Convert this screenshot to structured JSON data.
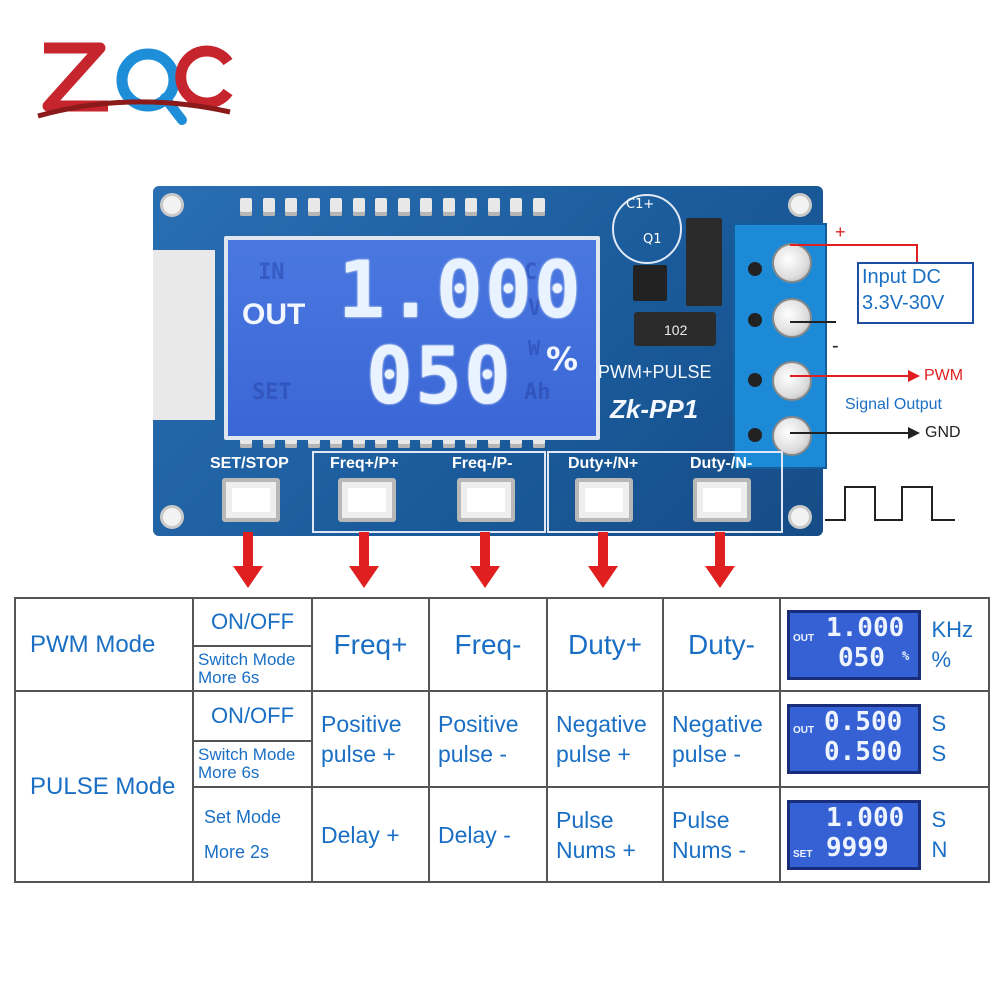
{
  "logo": {
    "text": "ZQC",
    "colors": [
      "#c6252e",
      "#1e8ed8"
    ]
  },
  "board": {
    "lcd": {
      "label_out": "OUT",
      "line1": "1.000",
      "line2": "050",
      "unit": "%",
      "ghost_labels": [
        "IN",
        "SET",
        "C",
        "V",
        "W",
        "Ah"
      ]
    },
    "silkscreen": {
      "model": "PWM+PULSE",
      "name": "Zk-PP1",
      "c1": "C1+",
      "q1": "Q1",
      "chip": "102"
    },
    "buttons": [
      {
        "label": "SET/STOP"
      },
      {
        "label": "Freq+/P+"
      },
      {
        "label": "Freq-/P-"
      },
      {
        "label": "Duty+/N+"
      },
      {
        "label": "Duty-/N-"
      }
    ]
  },
  "annotations": {
    "plus": "+",
    "minus": "-",
    "input_line1": "Input DC",
    "input_line2": "3.3V-30V",
    "pwm": "PWM",
    "signal_output": "Signal Output",
    "gnd": "GND",
    "colors": {
      "wire_red": "#e02020",
      "text_blue": "#1a6fc4"
    }
  },
  "table": {
    "pwm": {
      "mode": "PWM Mode",
      "onoff": "ON/OFF",
      "switch_mode": "Switch Mode",
      "more6s": "More 6s",
      "c3": "Freq+",
      "c4": "Freq-",
      "c5": "Duty+",
      "c6": "Duty-",
      "lcd_label": "OUT",
      "lcd_l1": "1.000",
      "lcd_l2": "050",
      "lcd_unit": "%",
      "unit1": "KHz",
      "unit2": "%"
    },
    "pulse": {
      "mode": "PULSE Mode",
      "onoff": "ON/OFF",
      "switch_mode": "Switch Mode",
      "more6s": "More 6s",
      "r1": {
        "c3a": "Positive",
        "c3b": "pulse +",
        "c4a": "Positive",
        "c4b": "pulse -",
        "c5a": "Negative",
        "c5b": "pulse +",
        "c6a": "Negative",
        "c6b": "pulse -",
        "lcd_label": "OUT",
        "lcd_l1": "0.500",
        "lcd_l2": "0.500",
        "unit1": "S",
        "unit2": "S"
      },
      "r2": {
        "setmode": "Set Mode",
        "more2s": "More 2s",
        "c3": "Delay +",
        "c4": "Delay -",
        "c5a": "Pulse",
        "c5b": "Nums +",
        "c6a": "Pulse",
        "c6b": "Nums -",
        "lcd_label": "SET",
        "lcd_l1": "1.000",
        "lcd_l2": "9999",
        "unit1": "S",
        "unit2": "N"
      }
    }
  }
}
